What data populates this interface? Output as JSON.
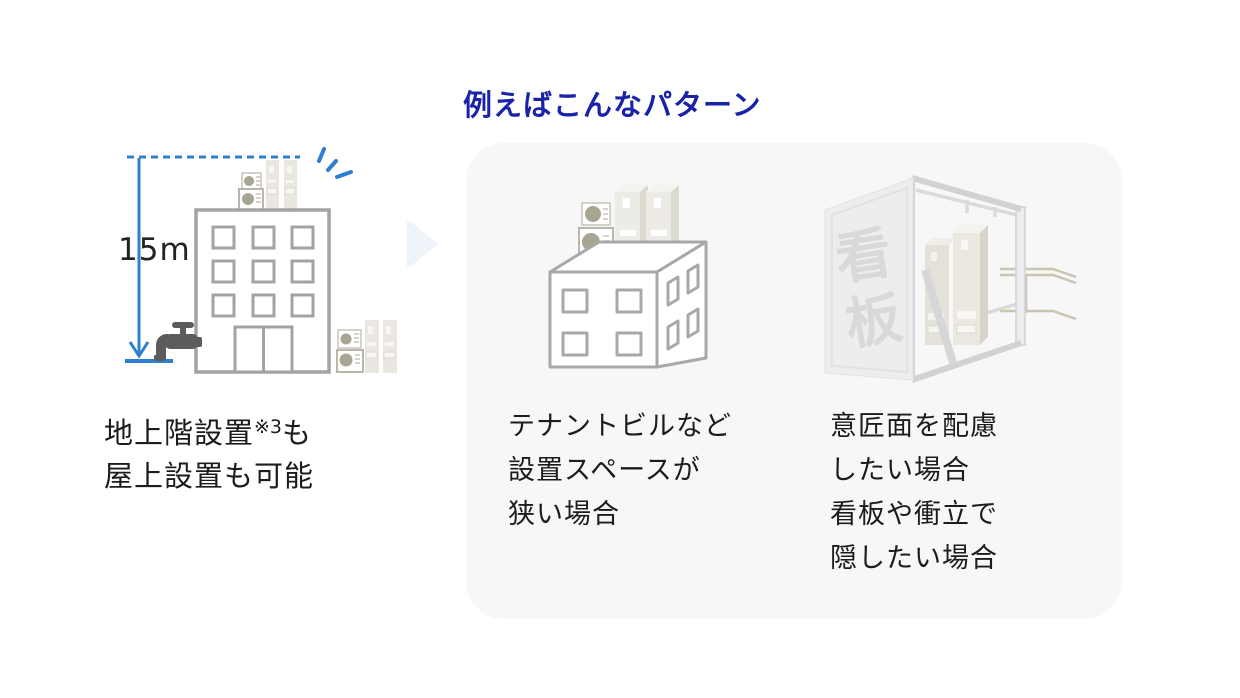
{
  "title": {
    "text": "例えばこんなパターン",
    "color": "#1a23a8"
  },
  "left_diagram": {
    "height_label": "15m",
    "caption": {
      "line1_main": "地上階設置",
      "line1_sup": "※3",
      "line1_tail": "も",
      "line2": "屋上設置も可能"
    },
    "accent_blue": "#2f7fd0",
    "outline_gray": "#a3a3a3"
  },
  "arrow": {
    "color": "#eef4fa"
  },
  "panel": {
    "background": "#f7f7f7",
    "cases": [
      {
        "caption_lines": [
          "テナントビルなど",
          "設置スペースが",
          "狭い場合"
        ]
      },
      {
        "signboard_chars": [
          "看",
          "板"
        ],
        "caption_lines": [
          "意匠面を配慮",
          "したい場合",
          "看板や衝立で",
          "隠したい場合"
        ]
      }
    ]
  }
}
